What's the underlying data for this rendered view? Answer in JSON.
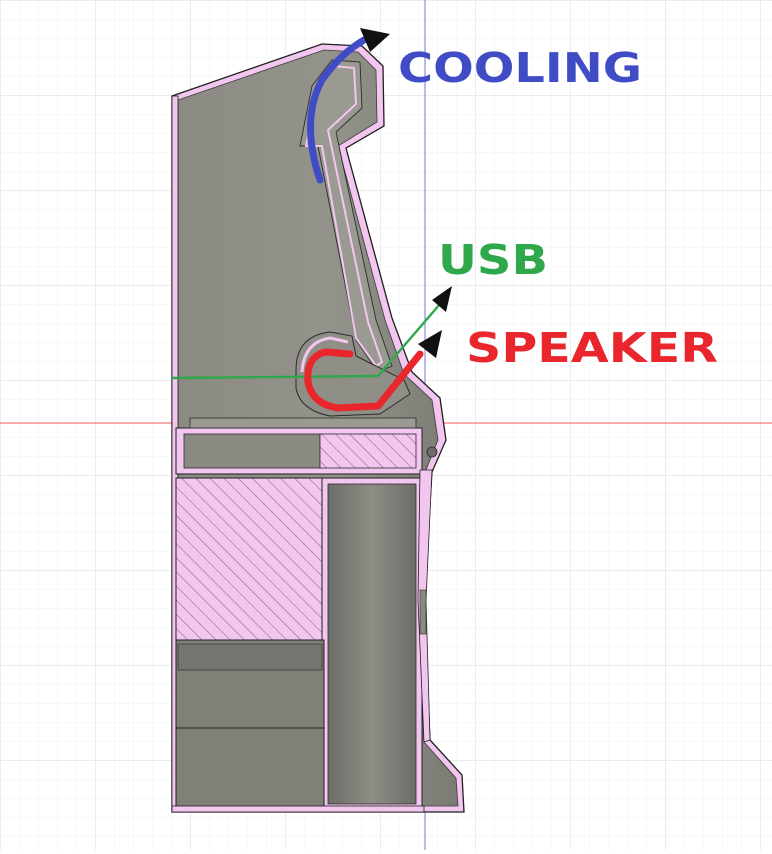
{
  "annotations": {
    "cooling": {
      "text": "COOLING",
      "color": "#3f4cc6"
    },
    "usb": {
      "text": "USB",
      "color": "#2ea84a"
    },
    "speaker": {
      "text": "SPEAKER",
      "color": "#e8262b"
    }
  },
  "colors": {
    "grid_minor": "#eef0f4",
    "grid_major": "#d6dae1",
    "axis_horizontal": "#ef5b5b",
    "axis_vertical": "#6f78d8",
    "body_fill": "#8a8a83",
    "body_shade": "#6f6f69",
    "section_pink": "#f2c6ef",
    "hatch": "#7a5f7a",
    "outline": "#1f1f1f"
  }
}
